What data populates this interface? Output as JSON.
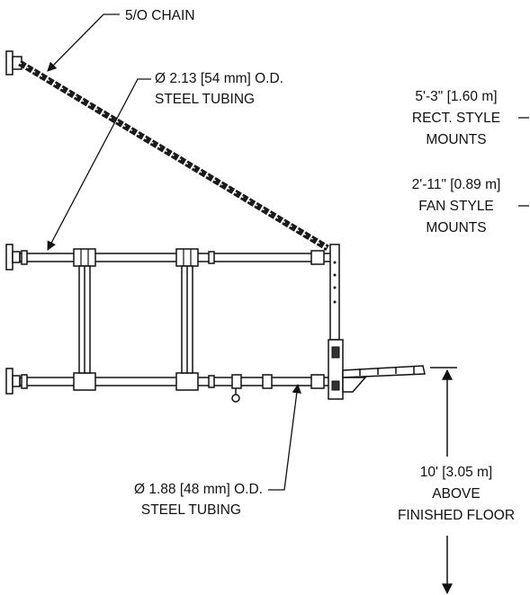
{
  "labels": {
    "chain": "5/O CHAIN",
    "upper_tube_line1": "Ø 2.13 [54 mm] O.D.",
    "upper_tube_line2": "STEEL TUBING",
    "rect_line1": "5'-3\" [1.60 m]",
    "rect_line2": "RECT. STYLE",
    "rect_line3": "MOUNTS",
    "fan_line1": "2'-11\" [0.89 m]",
    "fan_line2": "FAN STYLE",
    "fan_line3": "MOUNTS",
    "lower_tube_line1": "Ø 1.88 [48 mm] O.D.",
    "lower_tube_line2": "STEEL TUBING",
    "height_line1": "10' [3.05 m]",
    "height_line2": "ABOVE",
    "height_line3": "FINISHED FLOOR"
  },
  "colors": {
    "line": "#111111",
    "chain": "#1a1a1a",
    "background": "#ffffff"
  }
}
